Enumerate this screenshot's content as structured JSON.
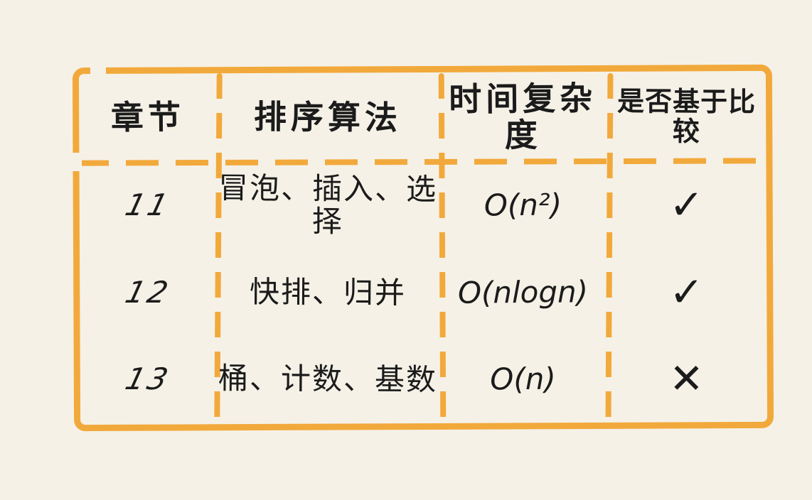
{
  "page": {
    "background_color": "#f5f1e7",
    "accent_color": "#f2a93b",
    "ink_color": "#1b1b1b",
    "style": "hand-drawn note table"
  },
  "chart_data": {
    "type": "table",
    "title": "",
    "columns": [
      "章节",
      "排序算法",
      "时间复杂度",
      "是否基于比较"
    ],
    "rows": [
      [
        "11",
        "冒泡、插入、选择",
        "O(n²)",
        "✓"
      ],
      [
        "12",
        "快排、归并",
        "O(nlogn)",
        "✓"
      ],
      [
        "13",
        "桶、计数、基数",
        "O(n)",
        "✕"
      ]
    ],
    "notes": {
      "comparison_based_true_icon": "✓",
      "comparison_based_false_icon": "✕",
      "border_style": "orange dashed hand-drawn grid"
    }
  }
}
